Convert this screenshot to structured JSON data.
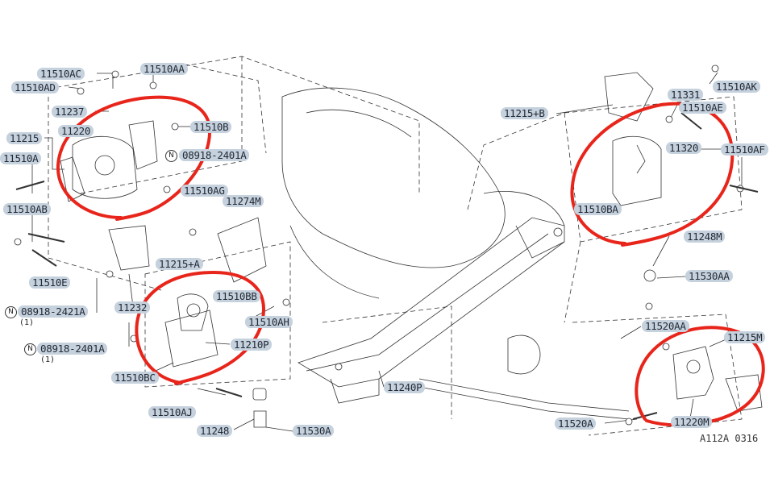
{
  "diagram": {
    "reference_code": "A112A 0316",
    "nut_symbol": "N",
    "parts": [
      {
        "id": "p01",
        "text": "11510AC"
      },
      {
        "id": "p02",
        "text": "11510AA"
      },
      {
        "id": "p03",
        "text": "11510AD"
      },
      {
        "id": "p04",
        "text": "11237"
      },
      {
        "id": "p05",
        "text": "11220"
      },
      {
        "id": "p06",
        "text": "11215"
      },
      {
        "id": "p07",
        "text": "11510B"
      },
      {
        "id": "p08",
        "text": "08918-2401A"
      },
      {
        "id": "p09",
        "text": "11510A"
      },
      {
        "id": "p10",
        "text": "11510AG"
      },
      {
        "id": "p11",
        "text": "11274M"
      },
      {
        "id": "p12",
        "text": "11510AB"
      },
      {
        "id": "p13",
        "text": "11510E"
      },
      {
        "id": "p14",
        "text": "11215+A"
      },
      {
        "id": "p15",
        "text": "11232"
      },
      {
        "id": "p16",
        "text": "11510BB"
      },
      {
        "id": "p17",
        "text": "08918-2421A"
      },
      {
        "id": "p18",
        "text": "11510AH"
      },
      {
        "id": "p19",
        "text": "08918-2401A"
      },
      {
        "id": "p20",
        "text": "11210P"
      },
      {
        "id": "p21",
        "text": "11510BC"
      },
      {
        "id": "p22",
        "text": "11240P"
      },
      {
        "id": "p23",
        "text": "11510AJ"
      },
      {
        "id": "p24",
        "text": "11248"
      },
      {
        "id": "p25",
        "text": "11530A"
      },
      {
        "id": "p26",
        "text": "11331"
      },
      {
        "id": "p27",
        "text": "11510AK"
      },
      {
        "id": "p28",
        "text": "11215+B"
      },
      {
        "id": "p29",
        "text": "11510AE"
      },
      {
        "id": "p30",
        "text": "11320"
      },
      {
        "id": "p31",
        "text": "11510AF"
      },
      {
        "id": "p32",
        "text": "11510BA"
      },
      {
        "id": "p33",
        "text": "11248M"
      },
      {
        "id": "p34",
        "text": "11530AA"
      },
      {
        "id": "p35",
        "text": "11520AA"
      },
      {
        "id": "p36",
        "text": "11215M"
      },
      {
        "id": "p37",
        "text": "11520A"
      },
      {
        "id": "p38",
        "text": "11220M"
      }
    ],
    "quantity_notes": [
      {
        "id": "q1",
        "text": "(1)"
      },
      {
        "id": "q2",
        "text": "(1)"
      }
    ],
    "highlight_color": "#e8251b",
    "label_bg_color": "#c5d1dd"
  }
}
